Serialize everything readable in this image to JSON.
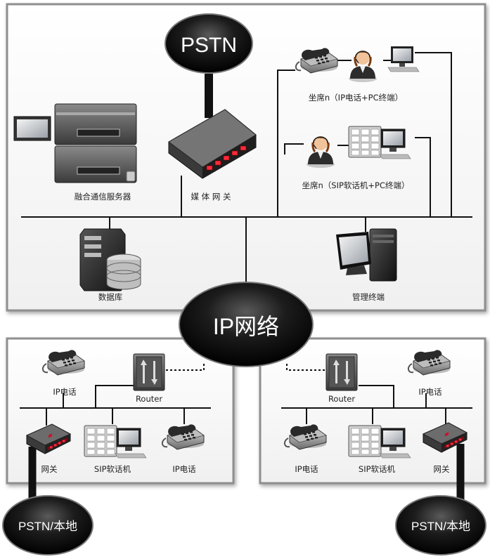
{
  "clouds": {
    "pstn_top": "PSTN",
    "ip_network": "IP网络",
    "pstn_local_left": "PSTN/本地",
    "pstn_local_right": "PSTN/本地"
  },
  "hq": {
    "server_label": "融合通信服务器",
    "media_gateway_label": "媒 体 网 关",
    "agent_ip_label": "坐席n（IP电话+PC终端）",
    "agent_sip_label": "坐席n（SIP软话机+PC终端）",
    "database_label": "数据库",
    "mgmt_terminal_label": "管理终端"
  },
  "branch_left": {
    "ip_phone_top_label": "IP电话",
    "router_label": "Router",
    "gateway_label": "网关",
    "sip_softphone_label": "SIP软话机",
    "ip_phone_label": "IP电话"
  },
  "branch_right": {
    "ip_phone_top_label": "IP电话",
    "router_label": "Router",
    "ip_phone_label": "IP电话",
    "sip_softphone_label": "SIP软话机",
    "gateway_label": "网关"
  }
}
